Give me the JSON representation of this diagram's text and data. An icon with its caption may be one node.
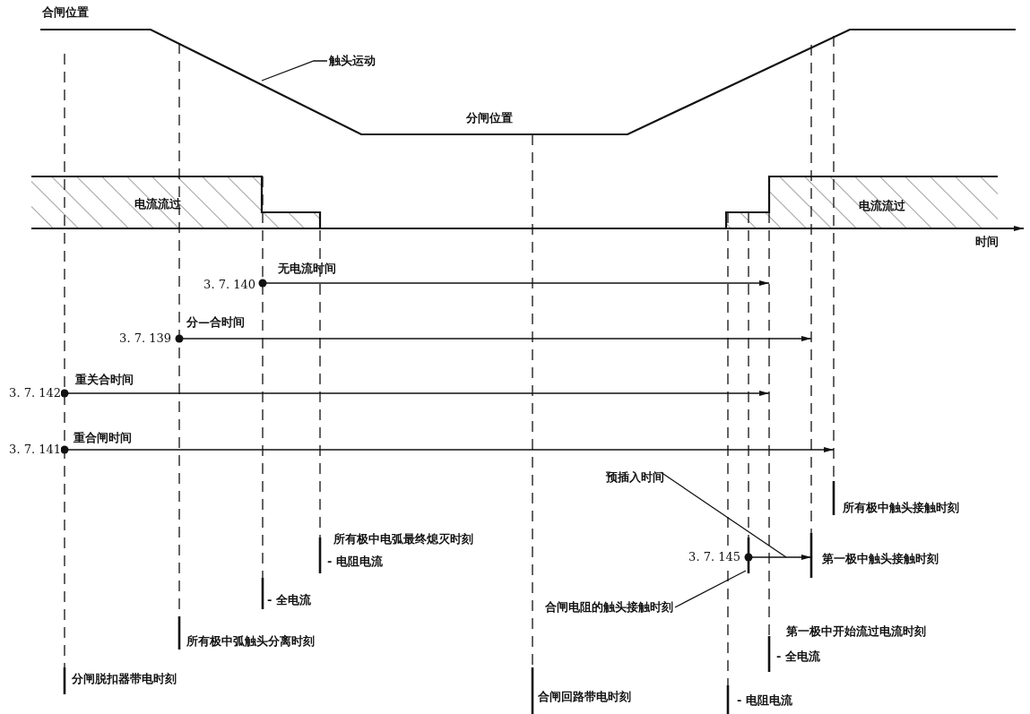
{
  "diagram": {
    "nodes": [
      {
        "text": [
          "触头运动"
        ]
      },
      {
        "text": [
          "预插入时间"
        ]
      },
      {
        "text": [
          "合闸电阻的触头接触时刻"
        ]
      }
    ],
    "edges": [
      {
        "from": 0,
        "to": null,
        "arrow": "none"
      },
      {
        "from": 1,
        "to": null,
        "arrow": "none"
      },
      {
        "from": 2,
        "to": null,
        "arrow": "none"
      }
    ],
    "labels": [
      "合闸位置",
      "分闸位置",
      "电流流过",
      "电流流过",
      "时间",
      "3. 7. 140",
      "无电流时间",
      "分—合时间",
      "3. 7. 139",
      "重关合时间",
      "3. 7. 142",
      "重合闸时间",
      "3. 7. 141",
      "所有极中触头接触时刻",
      "所有极中电弧最终熄灭时刻",
      "- 电阻电流",
      "3. 7. 145",
      "第一极中触头接触时刻",
      "- 全电流",
      "第一极中开始流过电流时刻",
      "所有极中弧触头分离时刻",
      "- 全电流",
      "分闸脱扣器带电时刻",
      "合闸回路带电时刻",
      "- 电阻电流"
    ]
  }
}
